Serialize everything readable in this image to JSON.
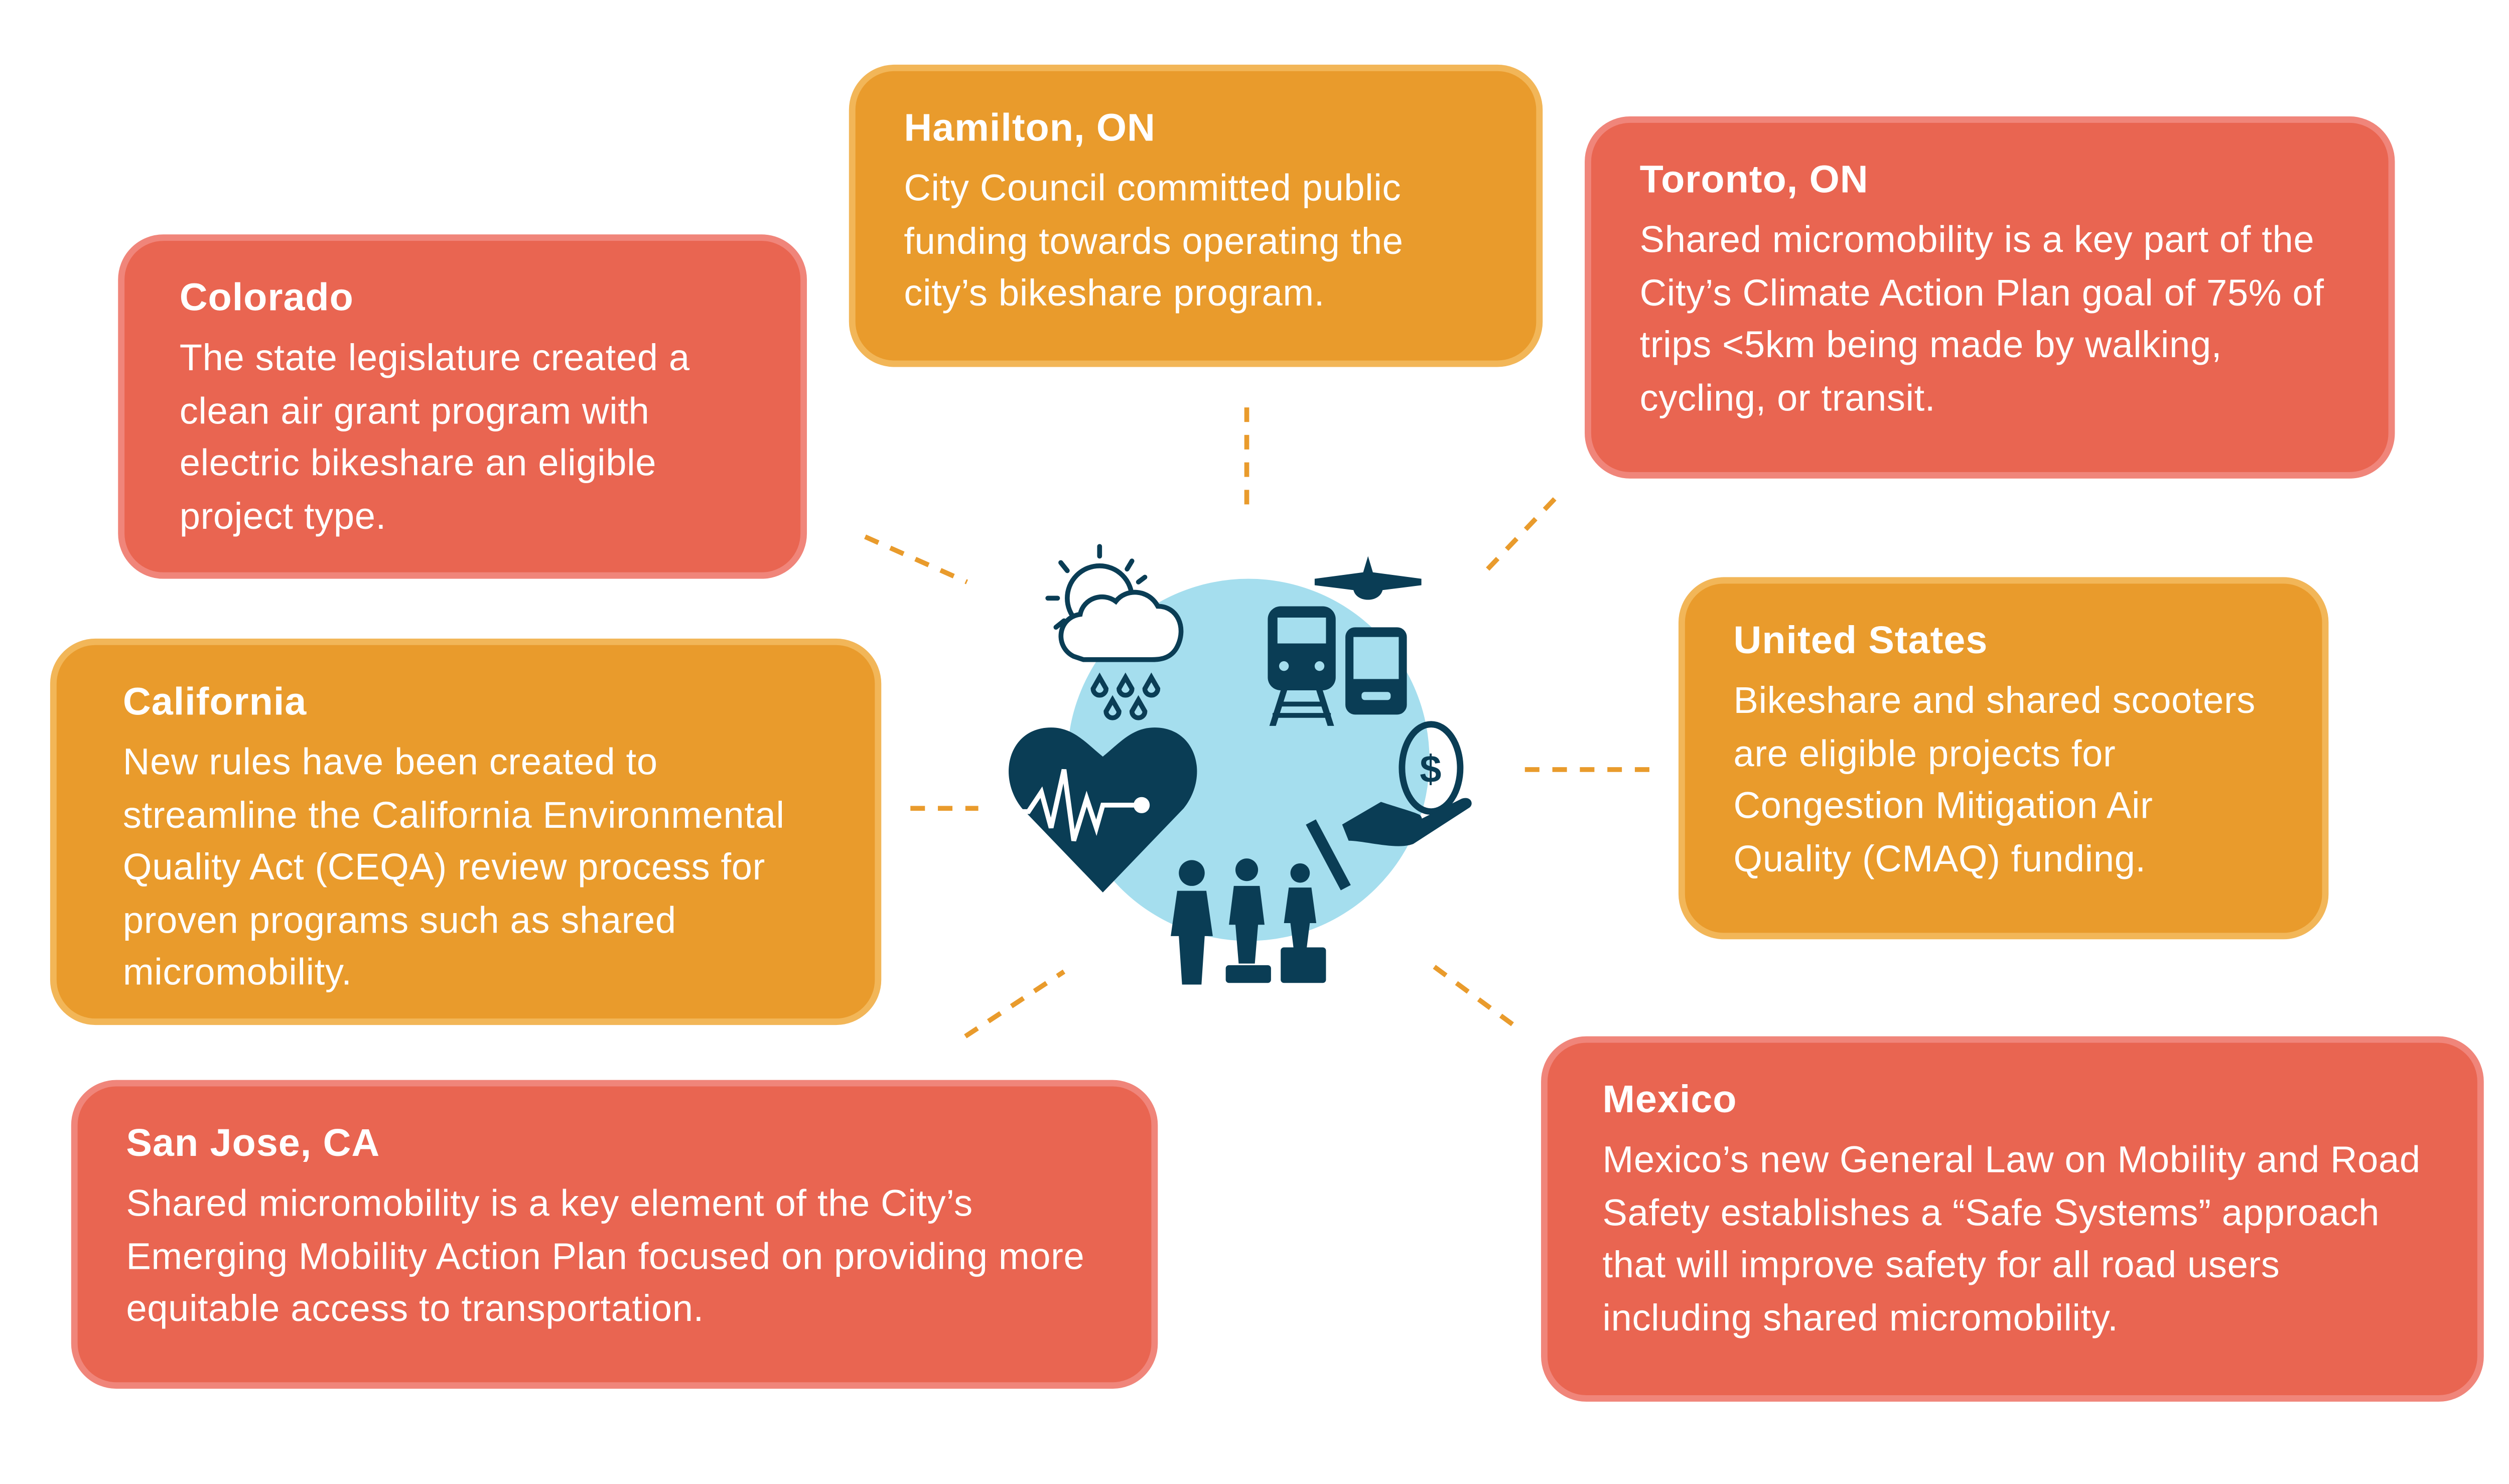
{
  "cards": {
    "hamilton": {
      "title": "Hamilton, ON",
      "body": "City Council committed public funding towards operating the city’s bikeshare program."
    },
    "toronto": {
      "title": "Toronto, ON",
      "body": "Shared micromobility is a key part of the City’s Climate Action Plan goal of 75% of trips <5km being made by walking, cycling, or transit."
    },
    "colorado": {
      "title": "Colorado",
      "body": "The state legislature created a clean air grant program with electric bikeshare an eligible project type."
    },
    "california": {
      "title": "California",
      "body": "New rules have been created to streamline the California Environmental Quality Act (CEQA) review process for proven programs such as shared micromobility."
    },
    "united_states": {
      "title": "United States",
      "body": "Bikeshare and shared scooters are eligible projects for Congestion Mitigation Air Quality (CMAQ) funding."
    },
    "san_jose": {
      "title": "San Jose, CA",
      "body": "Shared micromobility is a key element of the City’s Emerging Mobility Action Plan focused on providing more equitable access to transportation."
    },
    "mexico": {
      "title": "Mexico",
      "body": "Mexico’s new General Law on Mobility and Road Safety establishes a “Safe Systems” approach that will improve safety for all road users including shared micromobility."
    }
  },
  "colors": {
    "red": "#E96551",
    "orange": "#E99B2C",
    "circle": "#A5DEEE",
    "icon": "#0A3D55",
    "dash": "#E99B2C"
  },
  "icons": [
    "sun-cloud-rain-icon",
    "airplane-icon",
    "train-icon",
    "bus-icon",
    "coin-hand-icon",
    "heart-pulse-icon",
    "people-icon"
  ]
}
